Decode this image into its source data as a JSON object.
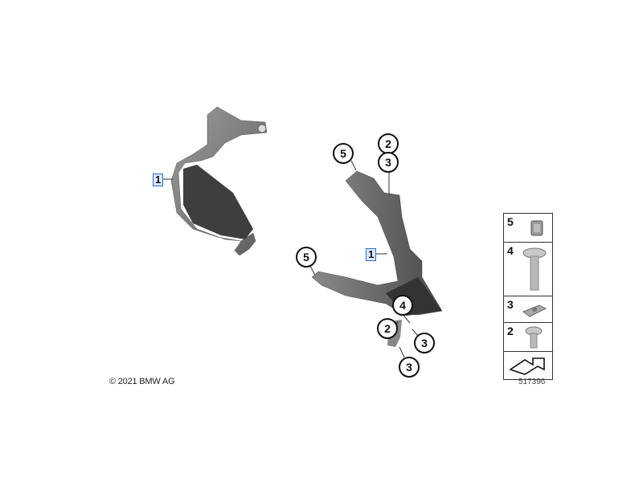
{
  "diagram": {
    "copyright": "© 2021 BMW AG",
    "part_number": "517396",
    "left_part": {
      "label": "1"
    },
    "right_part": {
      "label": "1",
      "callouts": [
        {
          "id": "c5-top",
          "label": "5"
        },
        {
          "id": "c2-top",
          "label": "2"
        },
        {
          "id": "c3-top",
          "label": "3"
        },
        {
          "id": "c5-left",
          "label": "5"
        },
        {
          "id": "c4",
          "label": "4"
        },
        {
          "id": "c2-bottom",
          "label": "2"
        },
        {
          "id": "c3-right",
          "label": "3"
        },
        {
          "id": "c3-bottom",
          "label": "3"
        }
      ]
    },
    "legend": [
      {
        "num": "5",
        "icon": "clip-nut-icon"
      },
      {
        "num": "4",
        "icon": "torx-bolt-long-icon"
      },
      {
        "num": "3",
        "icon": "spring-nut-icon"
      },
      {
        "num": "2",
        "icon": "torx-screw-short-icon"
      },
      {
        "num": "",
        "icon": "arrow-outline-icon"
      }
    ]
  }
}
